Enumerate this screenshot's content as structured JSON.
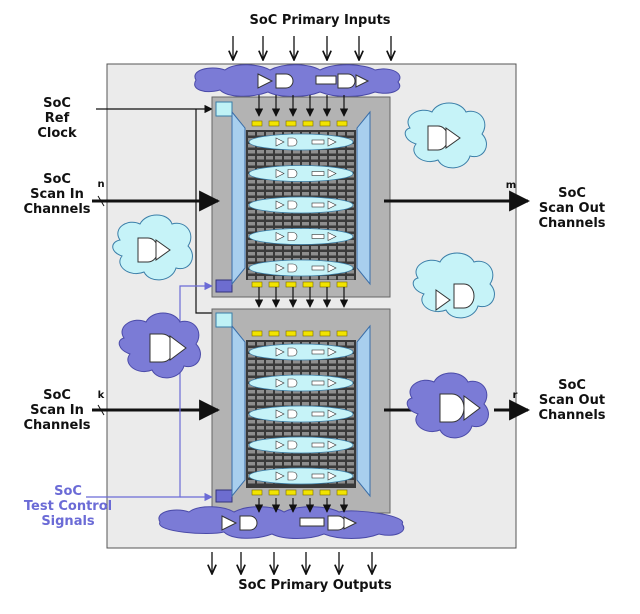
{
  "labels": {
    "primary_inputs": "SoC Primary Inputs",
    "primary_outputs": "SoC Primary Outputs",
    "ref_clock": [
      "SoC",
      "Ref",
      "Clock"
    ],
    "scan_in_top": [
      "SoC",
      "Scan In",
      "Channels"
    ],
    "scan_in_bottom": [
      "SoC",
      "Scan In",
      "Channels"
    ],
    "scan_out_top": [
      "SoC",
      "Scan Out",
      "Channels"
    ],
    "scan_out_bottom": [
      "SoC",
      "Scan Out",
      "Channels"
    ],
    "test_control": [
      "SoC",
      "Test Control",
      "Signals"
    ],
    "bus_n": "n",
    "bus_k": "k",
    "bus_m": "m",
    "bus_r": "r"
  },
  "colors": {
    "chip_fill": "#ebebeb",
    "core_fill": "#b3b3b3",
    "cloud_purple": "#7b7bd6",
    "cloud_cyan": "#c6f3f8",
    "compressor_blue": "#a8cfee",
    "scan_chain": "#3a3a3a",
    "flop_yellow": "#f2e400",
    "control_blue": "#6b6bd6"
  }
}
